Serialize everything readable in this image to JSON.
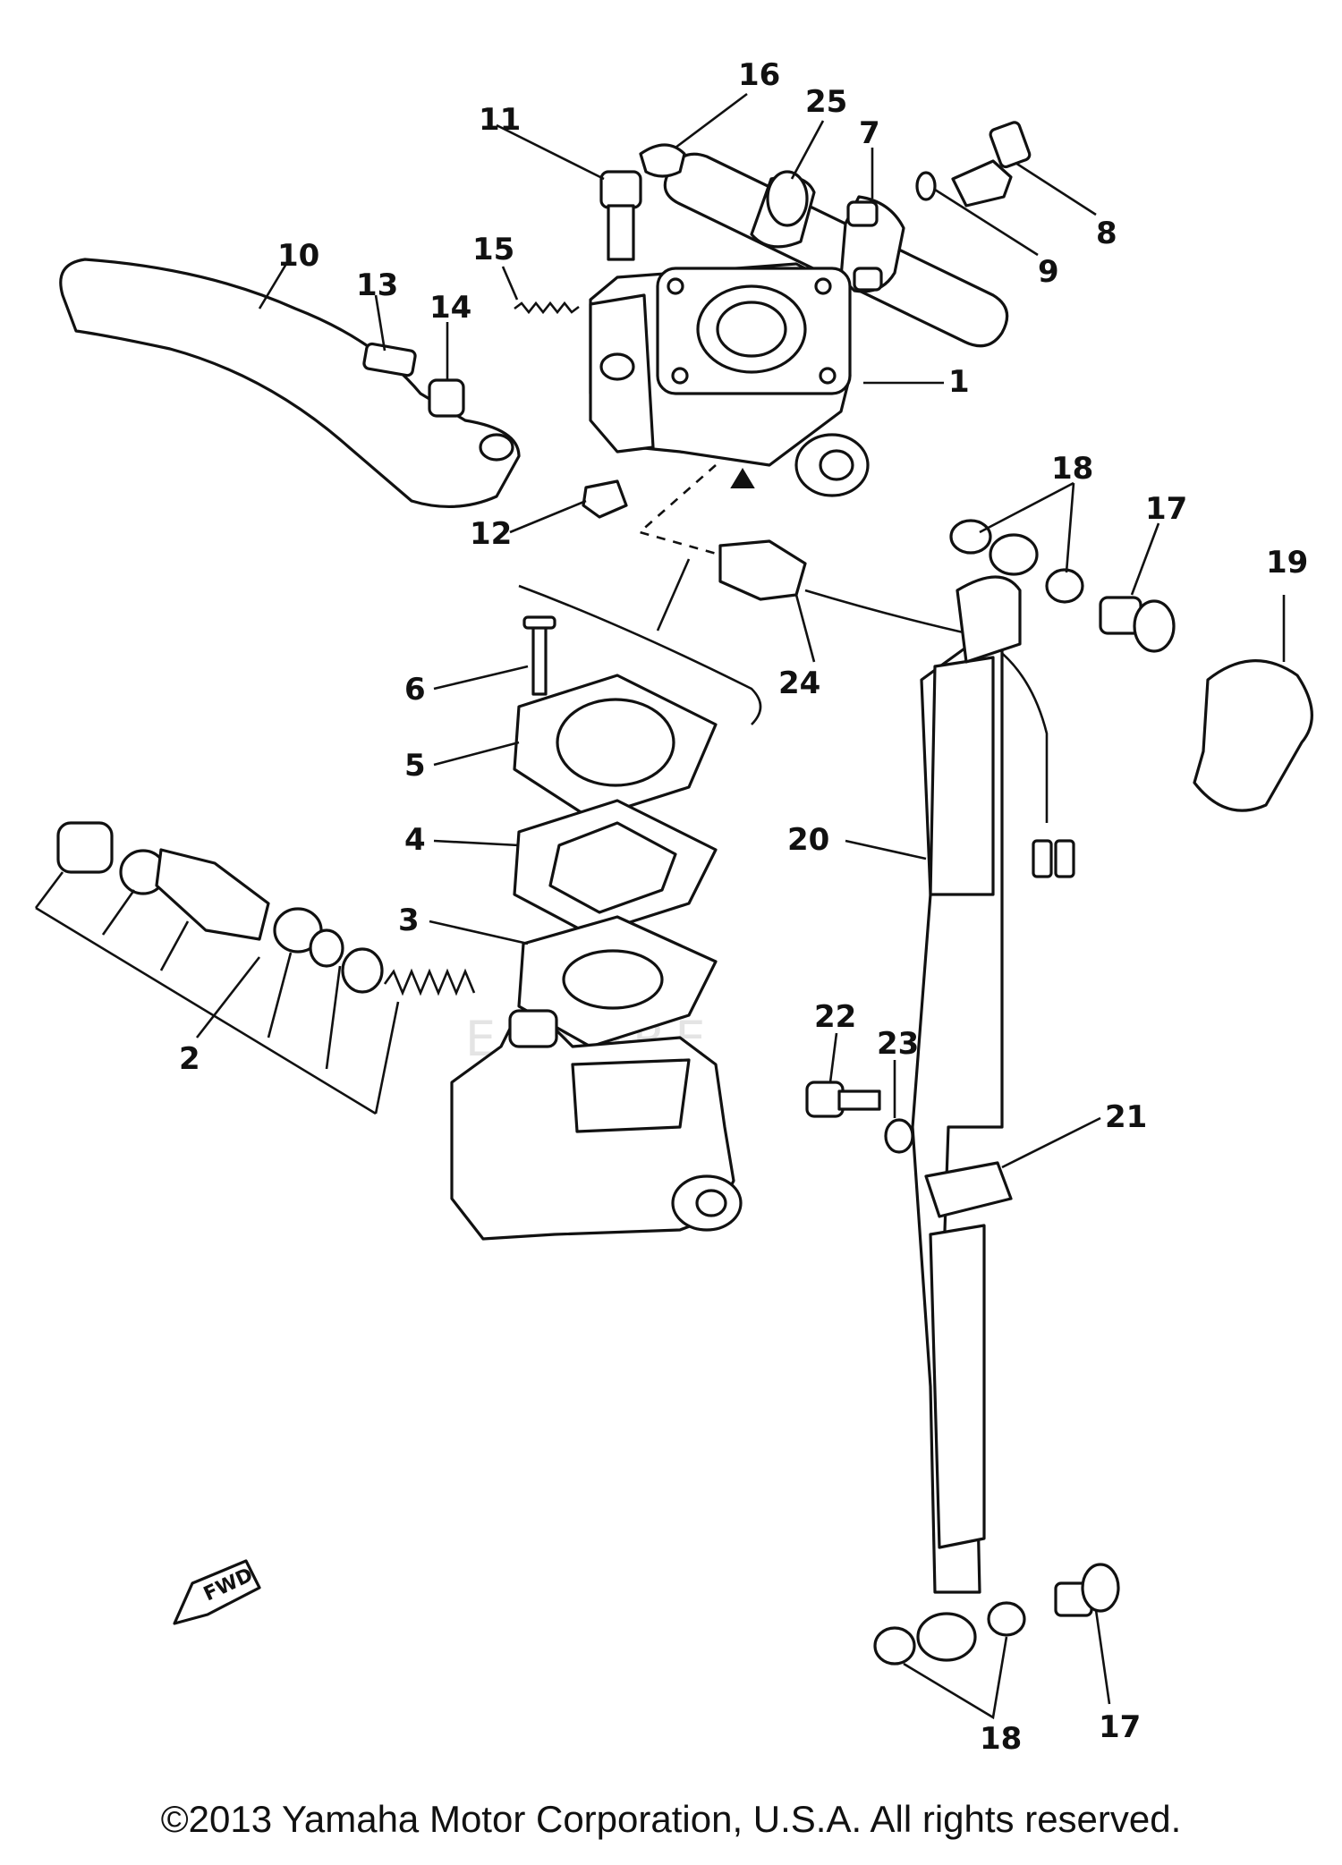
{
  "diagram": {
    "watermark": "ENTURE",
    "direction_label": "FWD",
    "callouts": {
      "c1": "1",
      "c2": "2",
      "c3": "3",
      "c4": "4",
      "c5": "5",
      "c6": "6",
      "c7": "7",
      "c8": "8",
      "c9": "9",
      "c10": "10",
      "c11": "11",
      "c12": "12",
      "c13": "13",
      "c14": "14",
      "c15": "15",
      "c16": "16",
      "c17a": "17",
      "c17b": "17",
      "c18a": "18",
      "c18b": "18",
      "c19": "19",
      "c20": "20",
      "c21": "21",
      "c22": "22",
      "c23": "23",
      "c24": "24",
      "c25": "25"
    }
  },
  "footer": {
    "copyright": "©2013 Yamaha Motor Corporation, U.S.A. All rights reserved."
  }
}
